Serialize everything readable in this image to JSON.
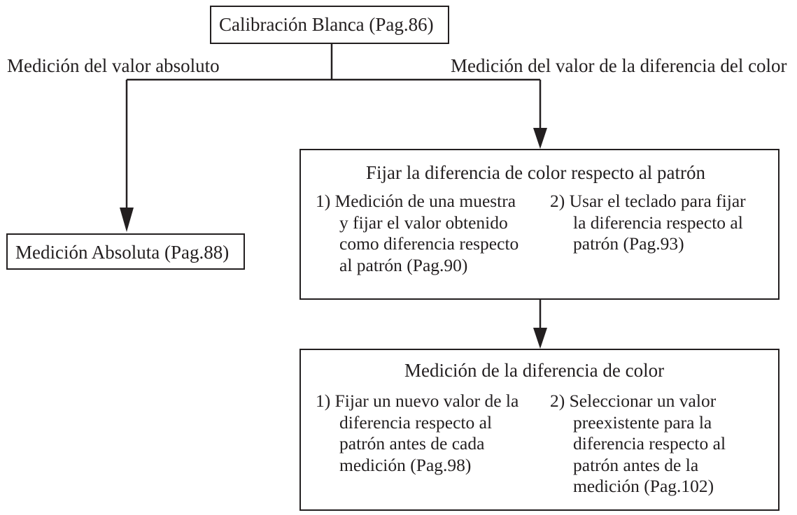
{
  "nodes": {
    "white_calibration": {
      "label": "Calibración  Blanca (Pag.86)"
    },
    "absolute_measurement": {
      "label": "Medición Absoluta (Pag.88)"
    },
    "set_color_difference": {
      "title": "Fijar la diferencia de color respecto al patrón",
      "option_1": {
        "lines": [
          "1) Medición de una muestra",
          "y fijar el valor obtenido",
          "como diferencia respecto",
          "al patrón (Pag.90)"
        ]
      },
      "option_2": {
        "lines": [
          "2) Usar el teclado para fijar",
          "la diferencia respecto al",
          "patrón (Pag.93)"
        ]
      }
    },
    "color_difference_measurement": {
      "title": "Medición  de la diferencia de color",
      "option_1": {
        "lines": [
          "1) Fijar un nuevo valor de la",
          "diferencia respecto al",
          "patrón antes de cada",
          "medición  (Pag.98)"
        ]
      },
      "option_2": {
        "lines": [
          "2) Seleccionar un valor",
          "preexistente para la",
          "diferencia respecto al",
          "patrón antes de la",
          "medición (Pag.102)"
        ]
      }
    }
  },
  "edges": {
    "left_branch_label": "Medición del valor absoluto",
    "right_branch_label": "Medición del valor de la diferencia del color"
  },
  "colors": {
    "line": "#231f20",
    "background": "#ffffff"
  }
}
